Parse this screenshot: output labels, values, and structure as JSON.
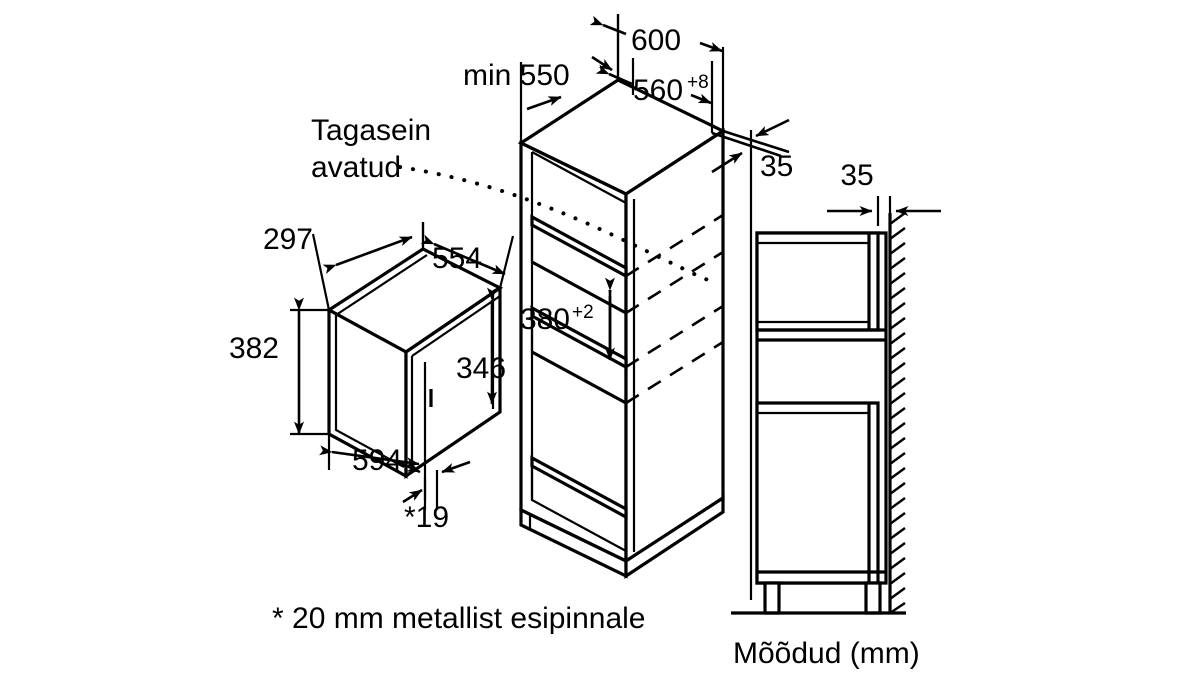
{
  "document": {
    "type": "installation-dimension-drawing",
    "language": "et",
    "units_caption": "Mõõdud (mm)"
  },
  "appliance_view": {
    "name": "built-in microwave oven isometric",
    "dimensions": {
      "depth": "297",
      "width_top": "554",
      "height_front": "382",
      "height_side": "346",
      "width_front": "594",
      "front_overhang": "*19"
    }
  },
  "niche_view": {
    "name": "cabinet niche isometric",
    "dimensions": {
      "depth_min": "min 550",
      "outer_width": "600",
      "niche_width": "560",
      "niche_width_tol": "+8",
      "rear_gap_top": "35",
      "niche_height": "380",
      "niche_height_tol": "+2"
    },
    "callout": {
      "line1": "Tagasein",
      "line2": "avatud"
    }
  },
  "side_view": {
    "name": "cabinet side elevation against wall",
    "dimensions": {
      "wall_gap": "35"
    }
  },
  "footnotes": {
    "metal_front": "* 20 mm metallist esipinnale"
  },
  "colors": {
    "line": "#000000",
    "background": "#ffffff"
  }
}
